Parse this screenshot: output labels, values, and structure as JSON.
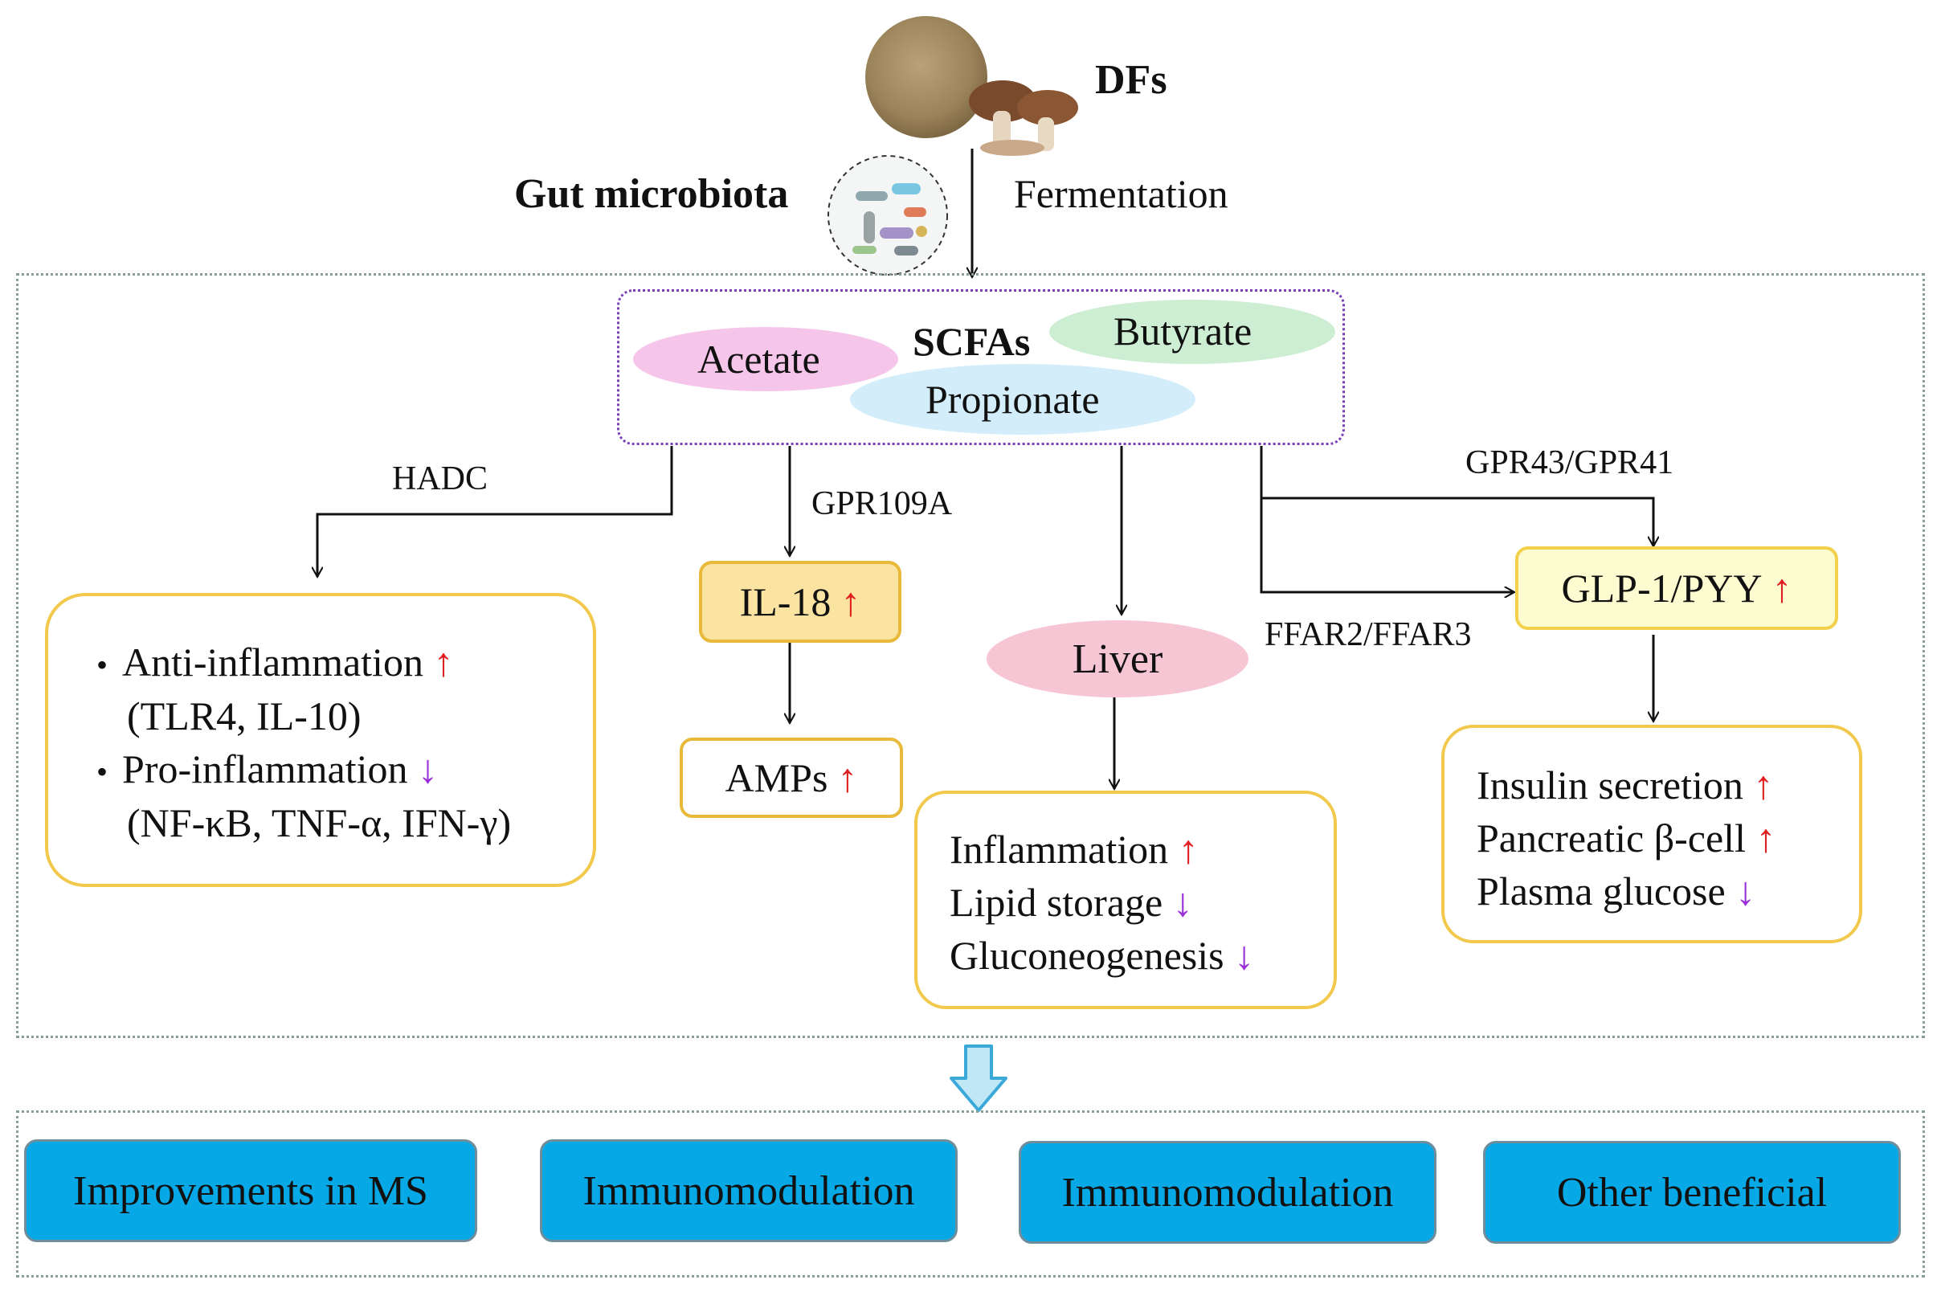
{
  "top": {
    "dfs_label": "DFs",
    "gut_label": "Gut microbiota",
    "fermentation_label": "Fermentation"
  },
  "scfa": {
    "title": "SCFAs",
    "acetate": "Acetate",
    "butyrate": "Butyrate",
    "propionate": "Propionate"
  },
  "pathways": {
    "hadc": "HADC",
    "gpr109a": "GPR109A",
    "gpr43_41": "GPR43/GPR41",
    "ffar": "FFAR2/FFAR3"
  },
  "inflammation_box": {
    "bullet": "•",
    "line1": "Anti-inflammation",
    "line1_arrow": "↑",
    "line2": "(TLR4, IL-10)",
    "line3": "Pro-inflammation",
    "line3_arrow": "↓",
    "line4": "(NF-κB, TNF-α, IFN-γ)"
  },
  "il18": {
    "label": "IL-18",
    "arrow": "↑"
  },
  "amps": {
    "label": "AMPs",
    "arrow": "↑"
  },
  "liver": {
    "label": "Liver",
    "line1": "Inflammation",
    "line1_arrow": "↑",
    "line2": "Lipid storage",
    "line2_arrow": "↓",
    "line3": "Gluconeogenesis",
    "line3_arrow": "↓"
  },
  "glp": {
    "label": "GLP-1/PYY",
    "arrow": "↑"
  },
  "insulin_box": {
    "line1": "Insulin secretion",
    "line1_arrow": "↑",
    "line2": "Pancreatic β-cell",
    "line2_arrow": "↑",
    "line3": "Plasma glucose",
    "line3_arrow": "↓"
  },
  "outcomes": [
    "Improvements in MS",
    "Immunomodulation",
    "Immunomodulation",
    "Other beneficial"
  ],
  "colors": {
    "up_arrow": "#e02020",
    "down_arrow": "#9b30d9",
    "outcome_fill": "#06a9e6",
    "yellow_border": "#f2c94c",
    "il18_fill": "#fbe3a1",
    "glp_fill": "#fdfbd0",
    "acetate_fill": "#f6c6ea",
    "butyrate_fill": "#cdeed2",
    "propionate_fill": "#d3eefa",
    "liver_fill": "#f7c6d5"
  }
}
